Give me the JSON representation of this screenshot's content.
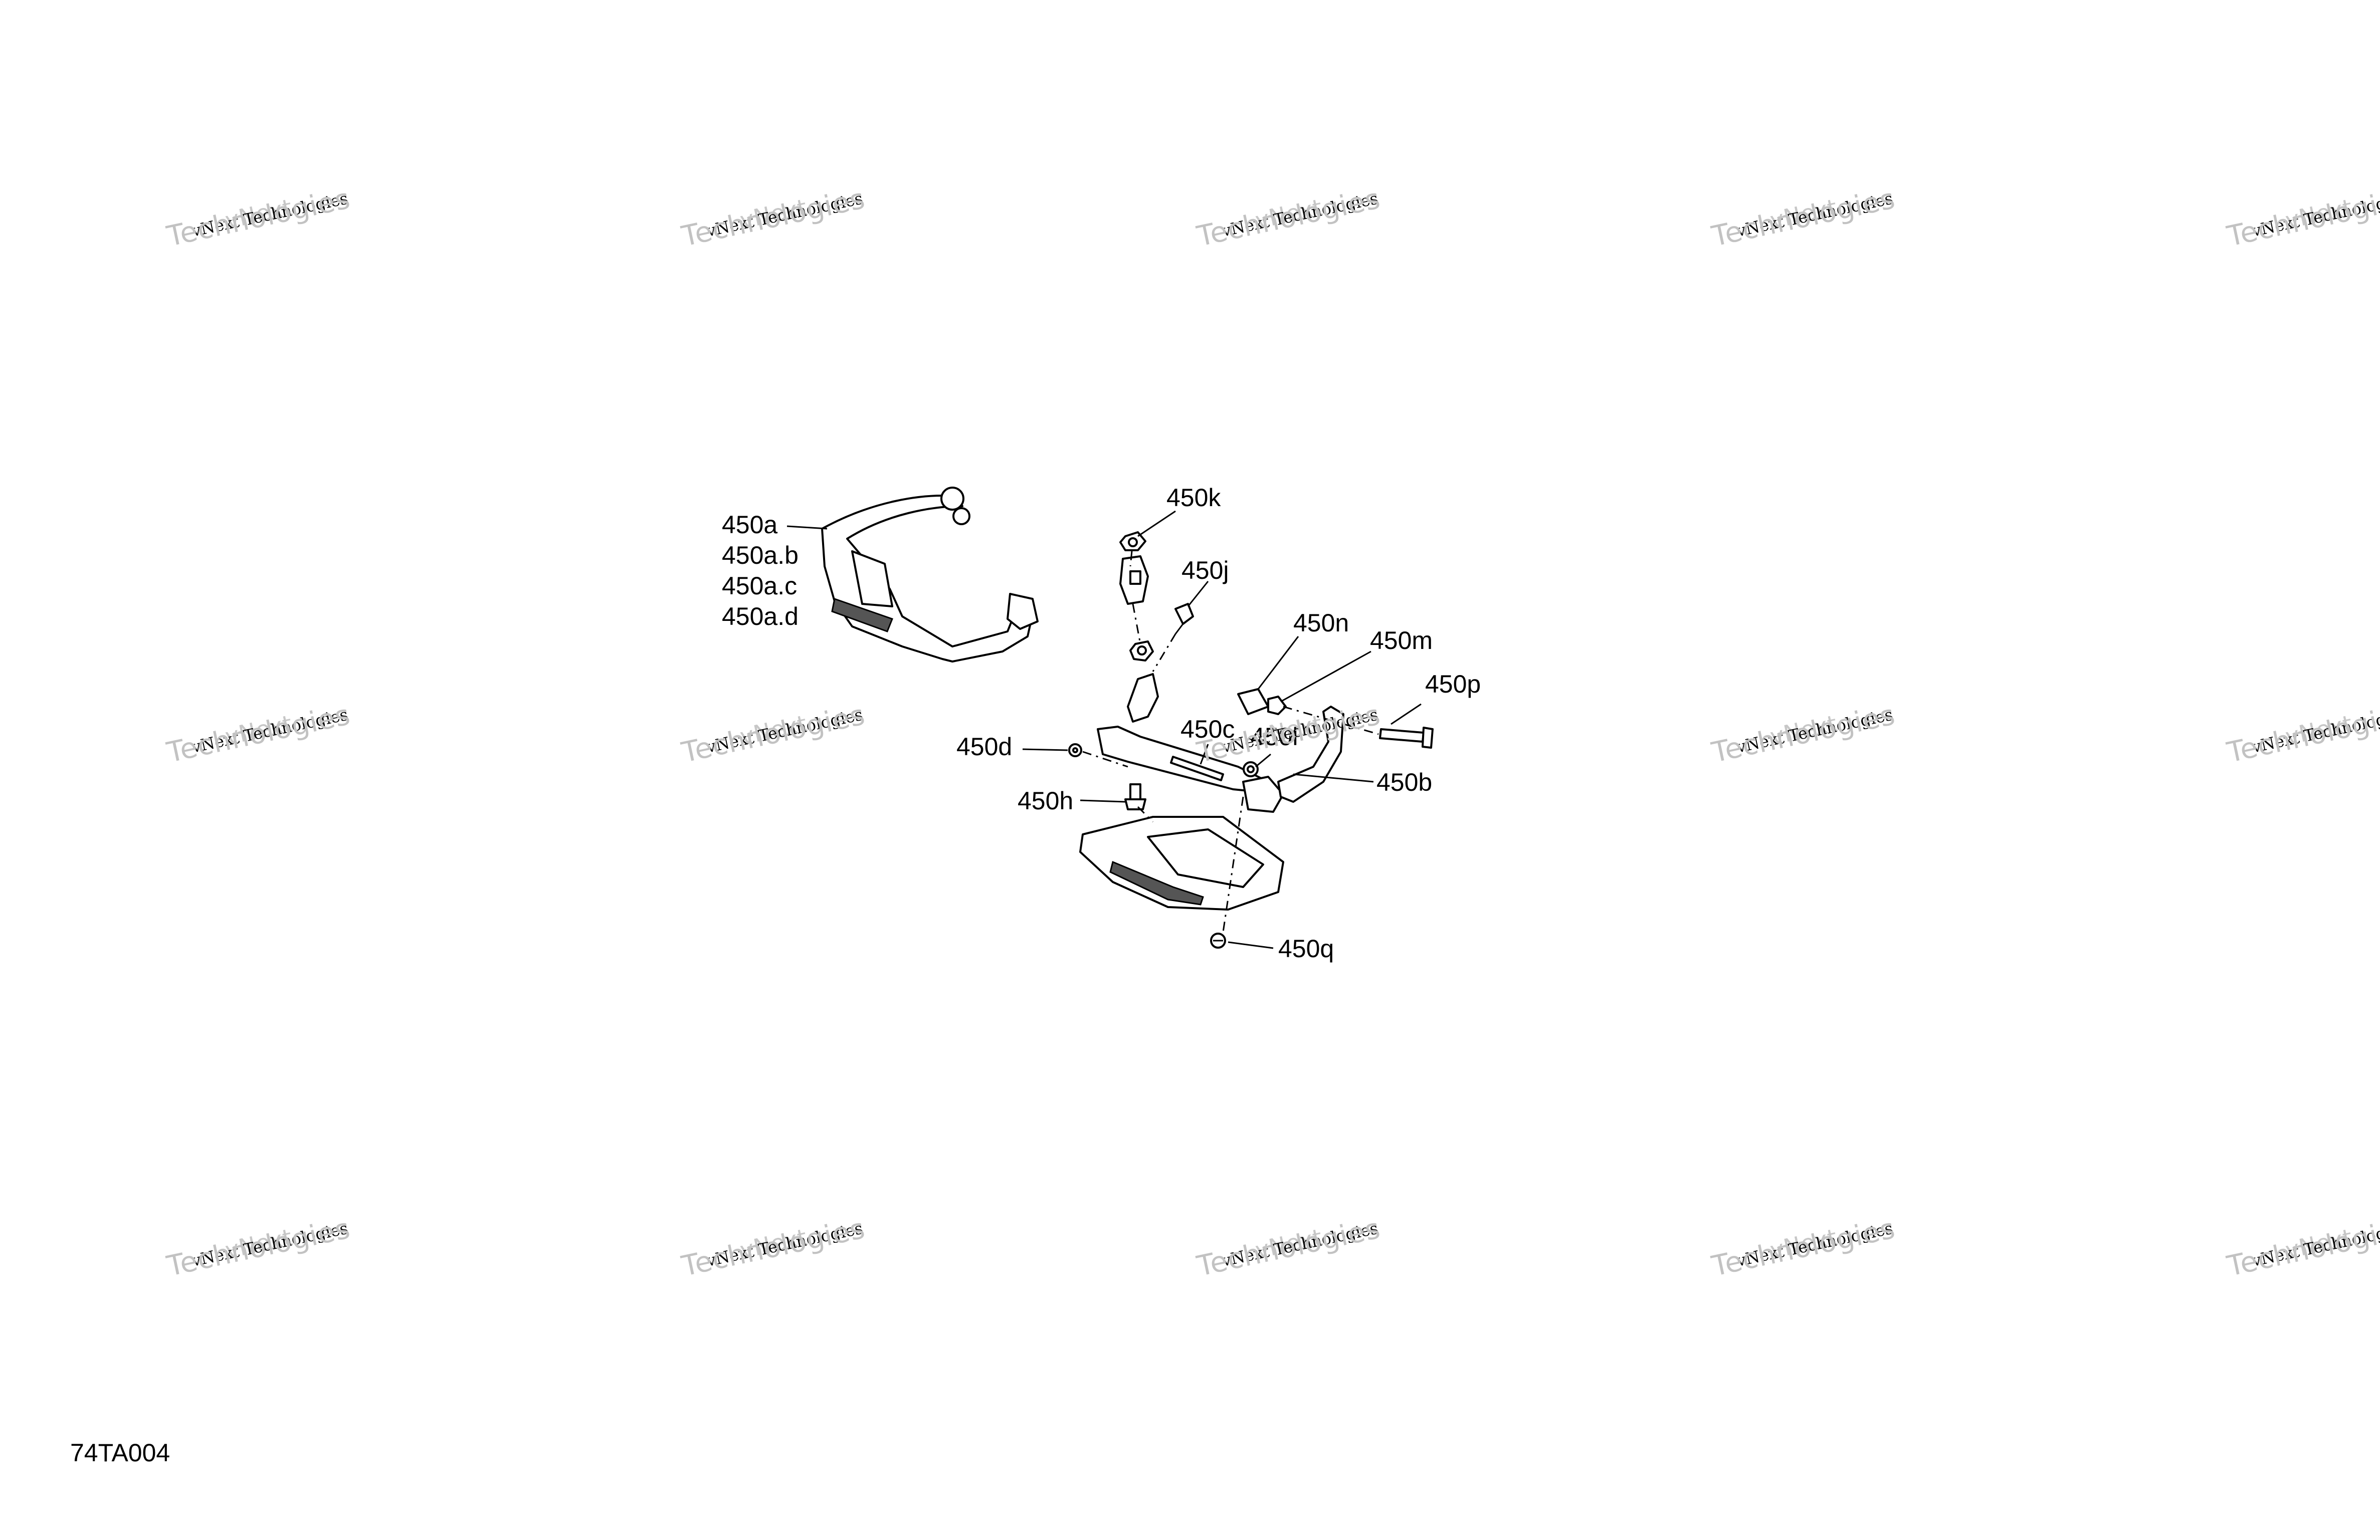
{
  "figure_id": "74TA004",
  "watermark": {
    "line1": "vNext",
    "line2": "vNext Technologies",
    "line3": "Technologies"
  },
  "callouts": {
    "p450a": "450a",
    "p450ab": "450a.b",
    "p450ac": "450a.c",
    "p450ad": "450a.d",
    "p450k": "450k",
    "p450j": "450j",
    "p450n": "450n",
    "p450m": "450m",
    "p450p": "450p",
    "p450d": "450d",
    "p450c": "450c",
    "p450l": "450l",
    "p450b": "450b",
    "p450h": "450h",
    "p450q": "450q"
  }
}
